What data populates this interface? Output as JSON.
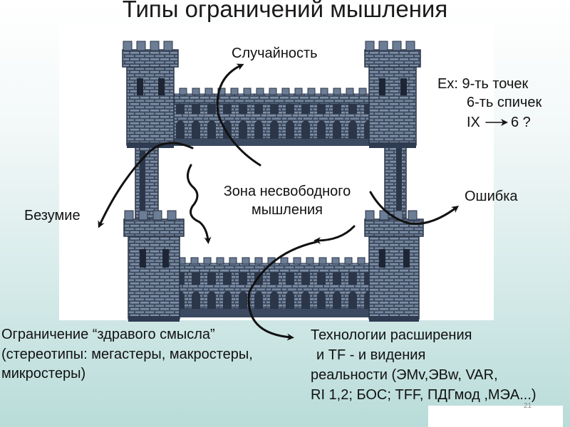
{
  "title": "Типы ограничений мышления",
  "labels": {
    "sluchainost": "Случайность",
    "ex_line1": "Ex: 9-ть точек",
    "ex_line2": "6-ть спичек",
    "ex_line3_a": "IX",
    "ex_line3_b": "6 ?",
    "zone_line1": "Зона несвободного",
    "zone_line2": "мышления",
    "oshibka": "Ошибка",
    "bezumie": "Безумие",
    "limit_line1": "Ограничение “здравого смысла”",
    "limit_line2": "(стереотипы: мегастеры, макростеры,",
    "limit_line3": "микростеры)",
    "tech_line1": "Технологии расширения",
    "tech_line2": "и TF - и видения",
    "tech_line3": "реальности (ЭМv,ЭВw, VAR,",
    "tech_line4": "RI 1,2; БОС;  TFF, ПДГмод ,МЭА...)"
  },
  "page_number": "21",
  "colors": {
    "stone": "#4a5b73",
    "stone_dark": "#2a3446",
    "stone_light": "#8fa0b7",
    "arrow": "#111111"
  }
}
